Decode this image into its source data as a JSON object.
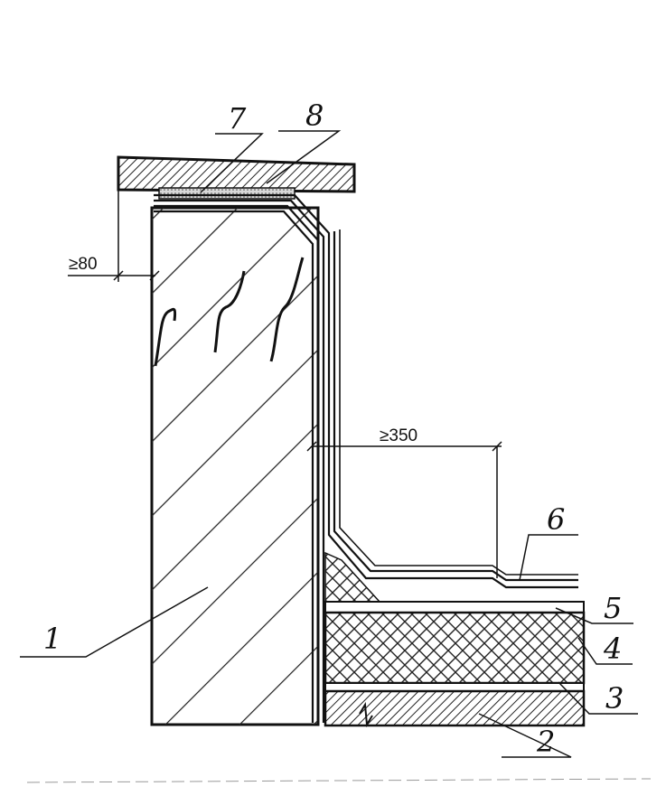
{
  "diagram": {
    "callouts": [
      "1",
      "2",
      "3",
      "4",
      "5",
      "6",
      "7",
      "8"
    ],
    "dimensions": {
      "cap_overhang": "≥80",
      "membrane_run": "≥350"
    }
  },
  "colors": {
    "ink": "#1a1a1a",
    "hatch": "#2b2b2b",
    "sealant": "#d9d9d9",
    "background": "#ffffff"
  }
}
